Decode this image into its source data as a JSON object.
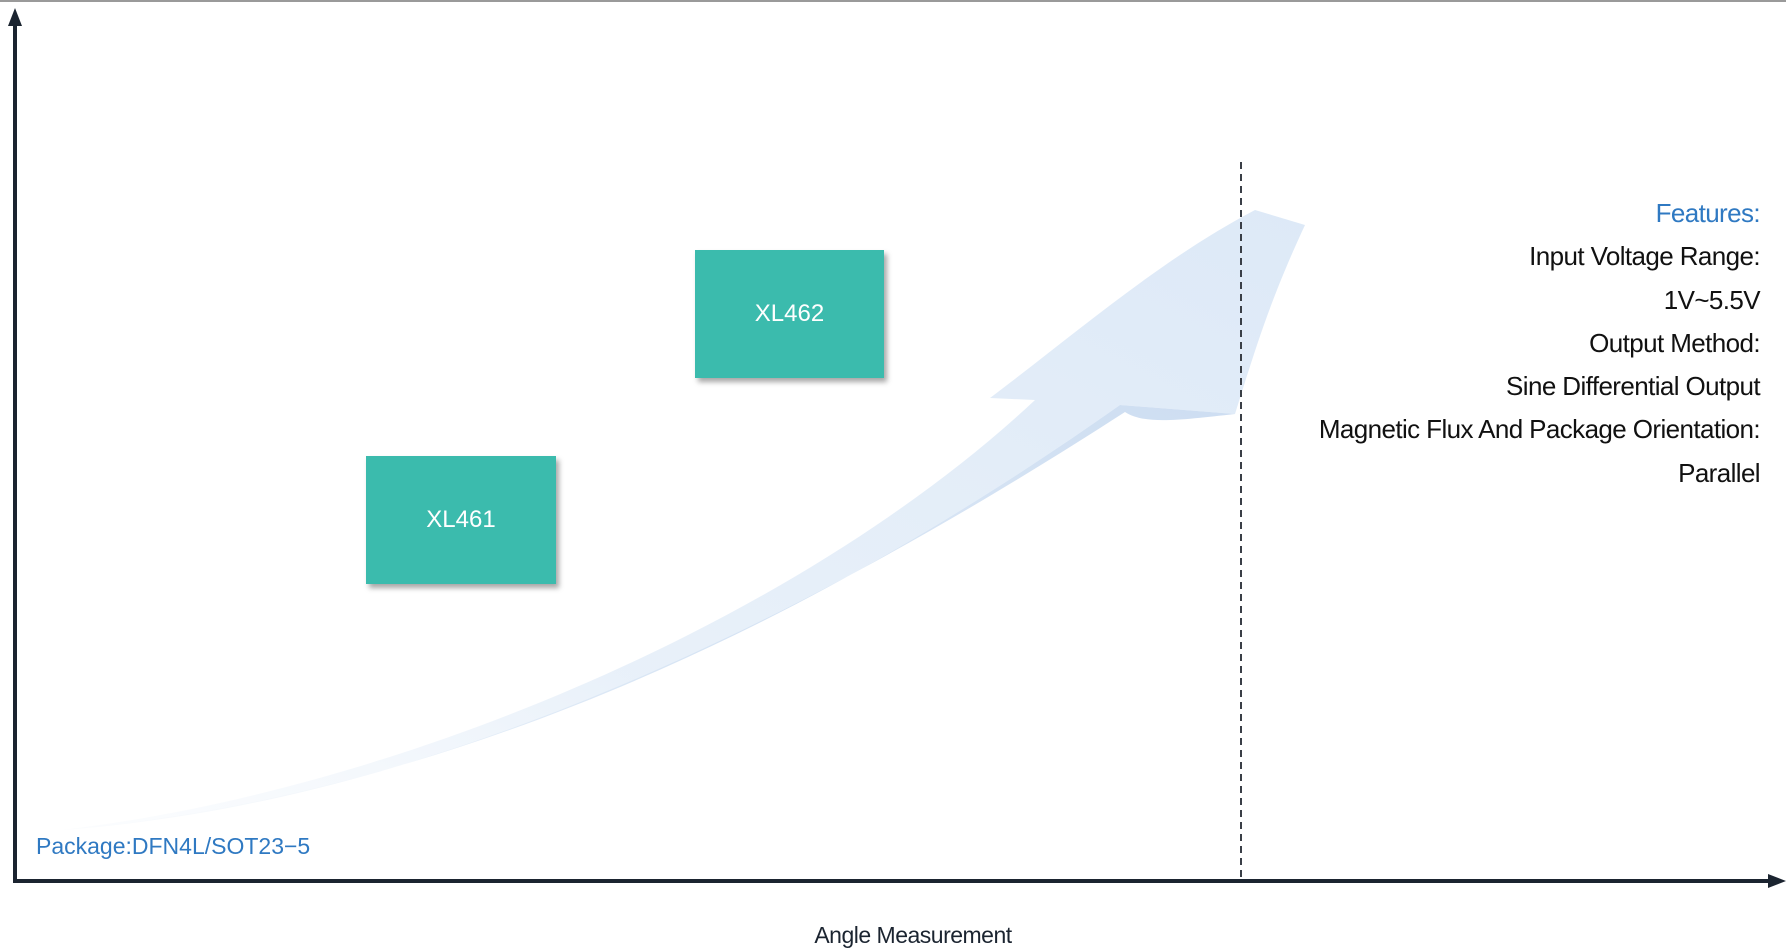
{
  "products": [
    {
      "label": "XL461"
    },
    {
      "label": "XL462"
    }
  ],
  "features": {
    "title": "Features:",
    "lines": [
      "Input Voltage Range:",
      "1V~5.5V",
      "Output Method:",
      "Sine Differential Output",
      "Magnetic Flux And Package Orientation:",
      "Parallel"
    ]
  },
  "package_label": "Package:DFN4L/SOT23−5",
  "x_axis_label": "Angle Measurement",
  "colors": {
    "box": "#3bbbad",
    "accent_text": "#2f79c2",
    "axis": "#1b2430",
    "arrow": "#dce9f7"
  }
}
